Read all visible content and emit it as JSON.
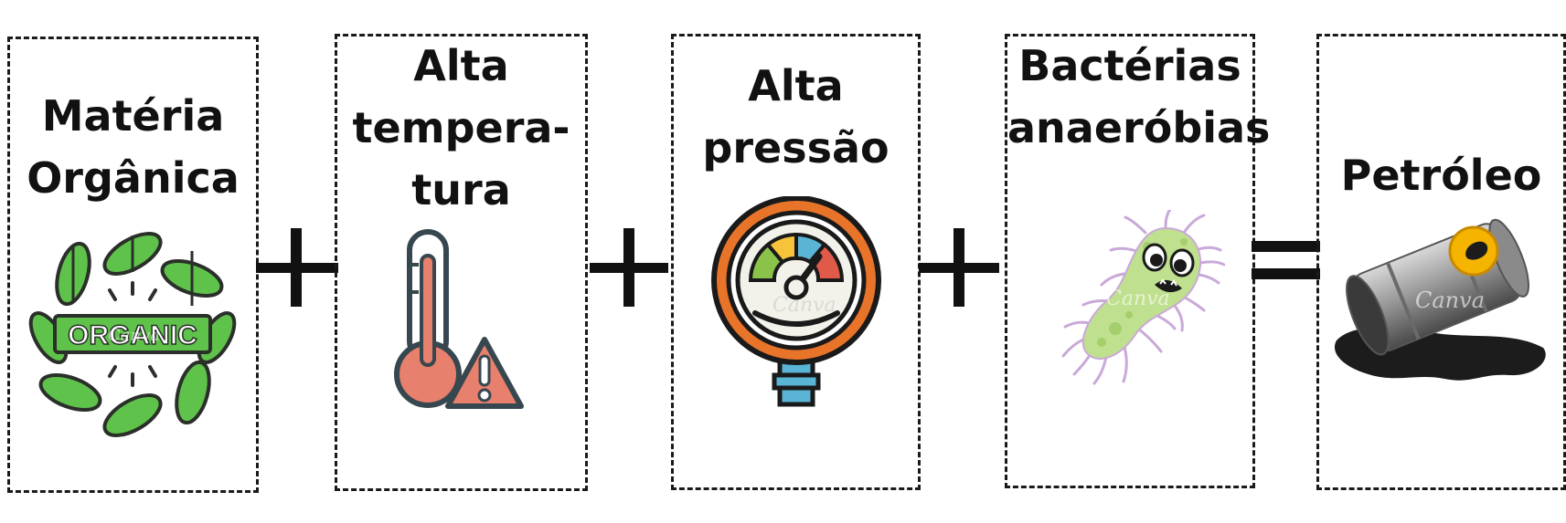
{
  "boxes": [
    {
      "title_lines": [
        "Matéria",
        "Orgânica"
      ],
      "icon": "organic-leaves-icon",
      "badge_text": "ORGANIC"
    },
    {
      "title_lines": [
        "Alta",
        "tempera-",
        "tura"
      ],
      "icon": "thermometer-warning-icon"
    },
    {
      "title_lines": [
        "Alta",
        "pressão"
      ],
      "icon": "pressure-gauge-icon"
    },
    {
      "title_lines": [
        "Bactérias",
        "anaeróbias"
      ],
      "icon": "bacteria-icon"
    },
    {
      "title_lines": [
        "Petróleo"
      ],
      "icon": "oil-barrel-icon"
    }
  ],
  "operators": [
    "+",
    "+",
    "+",
    "="
  ],
  "watermark": "Canva",
  "colors": {
    "border": "#1a1a1a",
    "text": "#111111",
    "leaf_green": "#5fc24a",
    "thermo_red": "#e8806e",
    "gauge_orange": "#e8742a",
    "bacteria_green": "#bfe08e",
    "bacteria_lilac": "#c9a9d8",
    "barrel_gray": "#9a9a9a",
    "oil_black": "#1c1c1c"
  }
}
